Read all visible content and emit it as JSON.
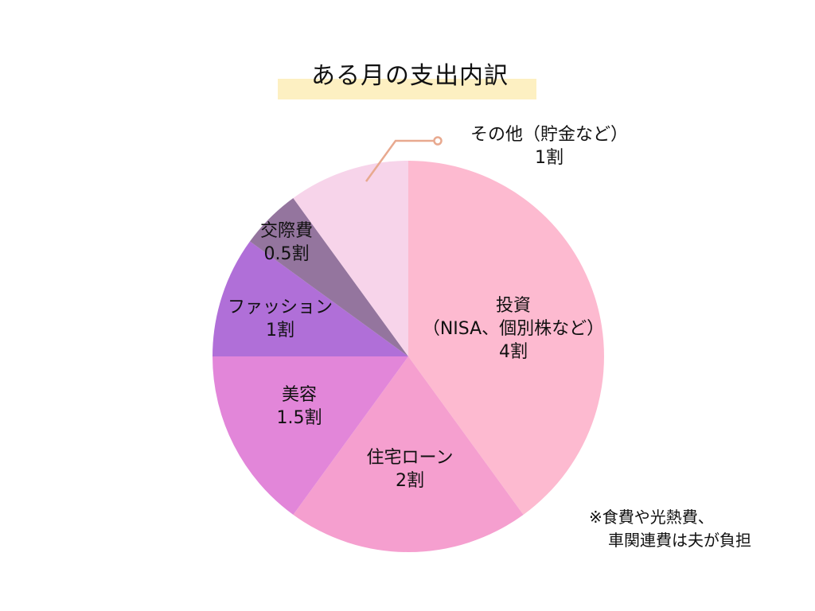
{
  "chart_data": {
    "type": "pie",
    "title": "ある月の支出内訳",
    "unit": "割",
    "slices": [
      {
        "label": "投資（NISA、個別株など）",
        "value": 4,
        "display": "4割",
        "color": "#fdbad0"
      },
      {
        "label": "住宅ローン",
        "value": 2,
        "display": "2割",
        "color": "#f59fcf"
      },
      {
        "label": "美容",
        "value": 1.5,
        "display": "1.5割",
        "color": "#e286d9"
      },
      {
        "label": "ファッション",
        "value": 1,
        "display": "1割",
        "color": "#b06fd8"
      },
      {
        "label": "交際費",
        "value": 0.5,
        "display": "0.5割",
        "color": "#94759e"
      },
      {
        "label": "その他（貯金など）",
        "value": 1,
        "display": "1割",
        "color": "#f7d4ea"
      }
    ],
    "start_angle": "12 o'clock",
    "direction": "clockwise",
    "annotation": "※食費や光熱費、車関連費は夫が負担"
  },
  "title": "ある月の支出内訳",
  "labels": {
    "investment": {
      "name": "投資",
      "sub": "（NISA、個別株など）",
      "value": "4割"
    },
    "mortgage": {
      "name": "住宅ローン",
      "value": "2割"
    },
    "beauty": {
      "name": "美容",
      "value": "1.5割"
    },
    "fashion": {
      "name": "ファッション",
      "value": "1割"
    },
    "social": {
      "name": "交際費",
      "value": "0.5割"
    },
    "other": {
      "name": "その他（貯金など）",
      "value": "1割"
    }
  },
  "note": {
    "line1": "※食費や光熱費、",
    "line2": "車関連費は夫が負担"
  },
  "colors": {
    "title_highlight": "#fdf0c2",
    "leader_line": "#e8a98f"
  }
}
